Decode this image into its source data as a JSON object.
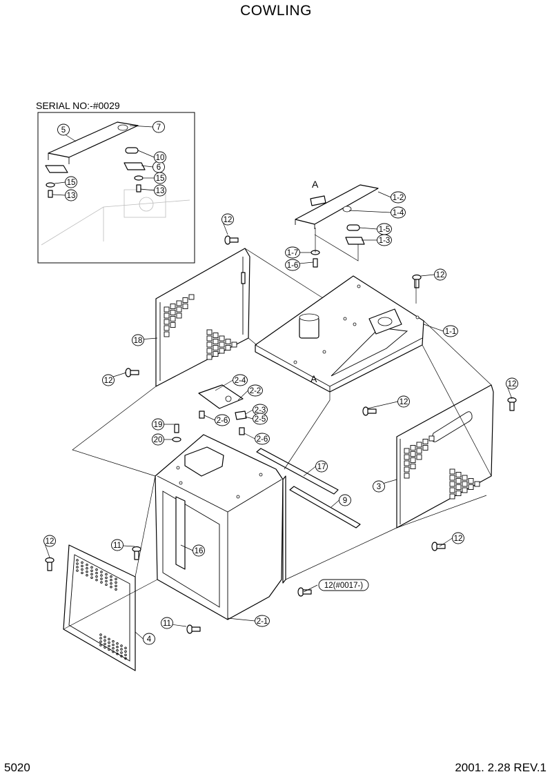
{
  "title": "COWLING",
  "inset": {
    "label": "SERIAL NO:-#0029"
  },
  "footer": {
    "page_number": "5020",
    "revision": "2001. 2.28 REV.1"
  },
  "section_marker": "A",
  "callouts": [
    "1-1",
    "1-2",
    "1-3",
    "1-4",
    "1-5",
    "1-6",
    "1-7",
    "2-1",
    "2-2",
    "2-3",
    "2-4",
    "2-5",
    "2-6",
    "3",
    "4",
    "5",
    "6",
    "7",
    "9",
    "10",
    "11",
    "12",
    "12(#0017-)",
    "13",
    "15",
    "16",
    "17",
    "18",
    "19",
    "20"
  ]
}
